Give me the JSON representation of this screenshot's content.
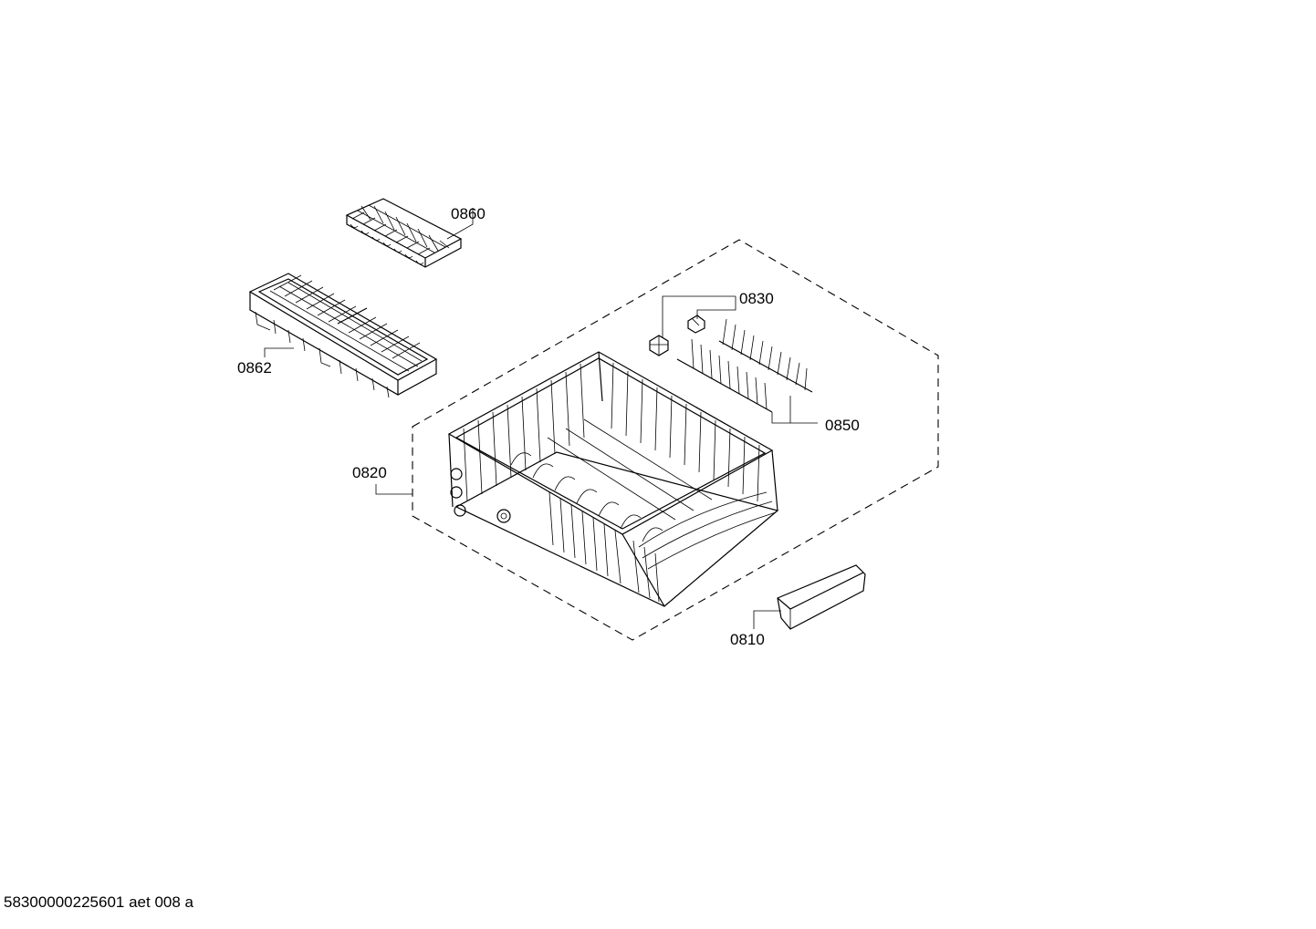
{
  "labels": {
    "part_0860": "0860",
    "part_0862": "0862",
    "part_0830": "0830",
    "part_0850": "0850",
    "part_0820": "0820",
    "part_0810": "0810"
  },
  "footer": {
    "drawing_code": "58300000225601 aet 008 a"
  }
}
